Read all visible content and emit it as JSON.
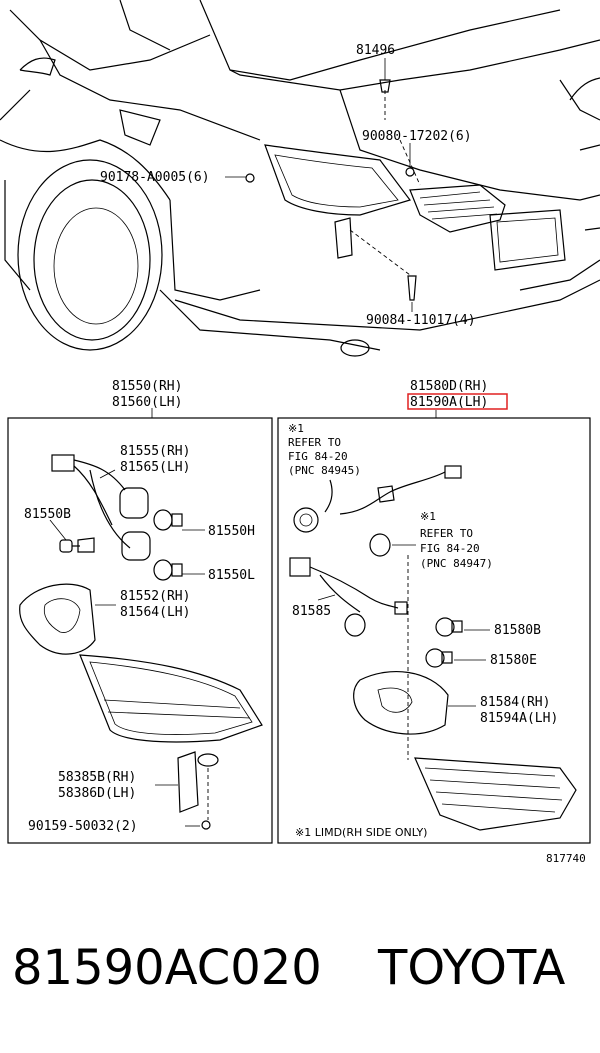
{
  "top": {
    "part_81496": "81496",
    "part_90080": "90080-17202(6)",
    "part_90178": "90178-A0005(6)",
    "part_90084": "90084-11017(4)"
  },
  "left_group": {
    "header_rh": "81550(RH)",
    "header_lh": "81560(LH)",
    "socket_rh": "81555(RH)",
    "socket_lh": "81565(LH)",
    "bulb_b": "81550B",
    "bulb_h": "81550H",
    "bulb_l": "81550L",
    "gasket_rh": "81552(RH)",
    "gasket_lh": "81564(LH)",
    "bracket_rh": "58385B(RH)",
    "bracket_lh": "58386D(LH)",
    "screw": "90159-50032(2)"
  },
  "right_group": {
    "header_rh": "81580D(RH)",
    "header_lh": "81590A(LH)",
    "ref1_mark": "※1",
    "ref1_line1": "REFER TO",
    "ref1_line2": "FIG 84-20",
    "ref1_line3": "(PNC 84945)",
    "ref2_mark": "※1",
    "ref2_line1": "REFER TO",
    "ref2_line2": "FIG 84-20",
    "ref2_line3": "(PNC 84947)",
    "socket": "81585",
    "bulb_b": "81580B",
    "bulb_e": "81580E",
    "gasket_rh": "81584(RH)",
    "gasket_lh": "81594A(LH)",
    "footnote": "※1  LIMD(RH SIDE ONLY)"
  },
  "figure_id": "817740",
  "caption": {
    "part_number": "81590AC020",
    "brand": "TOYOTA"
  },
  "colors": {
    "highlight": "#e02020"
  }
}
